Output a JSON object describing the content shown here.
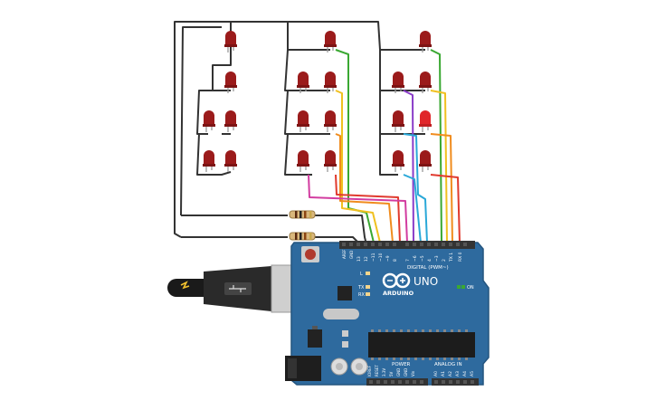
{
  "board": {
    "brand": "ARDUINO",
    "model": "UNO",
    "digital_label": "DIGITAL (PWM~)",
    "analog_label": "ANALOG IN",
    "power_label": "POWER",
    "on_label": "ON",
    "l_label": "L",
    "tx_label": "TX",
    "rx_label": "RX",
    "aref_label": "AREF",
    "gnd_label": "GND",
    "pin_labels": [
      "13",
      "12",
      "~11",
      "~10",
      "~9",
      "8",
      "7",
      "~6",
      "~5",
      "4",
      "~3",
      "2",
      "TX 1",
      "RX 0"
    ],
    "power_pins": [
      "IOREF",
      "RESET",
      "3.3V",
      "5V",
      "GND",
      "GND",
      "Vin"
    ],
    "analog_pins": [
      "A0",
      "A1",
      "A2",
      "A3",
      "A4",
      "A5"
    ],
    "colors": {
      "pcb": "#2e6a9e",
      "pcb_dark": "#24557f",
      "header": "#333333"
    }
  },
  "components": {
    "led_color": "#9b1b1b",
    "led_lit_color": "#e0262a",
    "led_count": 20,
    "resistor_count": 2,
    "usb_connector": "usb-b-cable"
  },
  "wire_colors": {
    "ground": "#333333",
    "green": "#3aa832",
    "yellow": "#f0c020",
    "orange": "#f08c1e",
    "red": "#e03a2e",
    "magenta": "#d23ca0",
    "purple": "#8a3cc8",
    "cyan": "#2aa8d8"
  }
}
